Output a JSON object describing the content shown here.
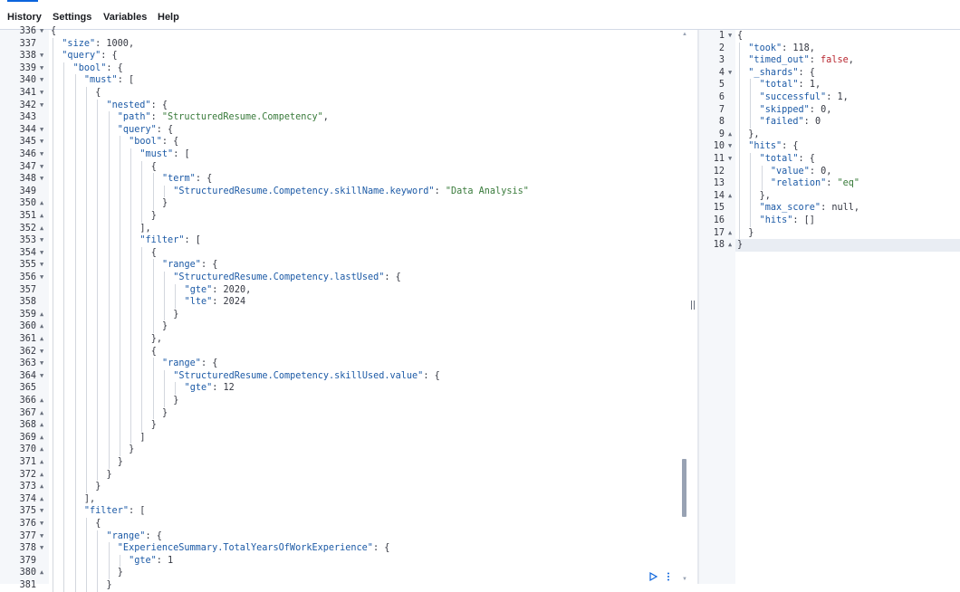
{
  "menu": {
    "items": [
      {
        "label": "History"
      },
      {
        "label": "Settings"
      },
      {
        "label": "Variables"
      },
      {
        "label": "Help"
      }
    ]
  },
  "icons": {
    "run": "play-icon",
    "options": "wrench-icon",
    "resize": "drag-handle-icon",
    "fold_open": "fold-down-icon",
    "fold_closed": "fold-up-icon"
  },
  "colors": {
    "key": "#1c5aa6",
    "string": "#387a3a",
    "boolean": "#b8262f",
    "accent": "#0b64dd"
  },
  "request": {
    "lines": [
      {
        "n": "336",
        "f": "open",
        "d": 0,
        "t": [
          [
            "p",
            "{"
          ]
        ]
      },
      {
        "n": "337",
        "f": "",
        "d": 1,
        "t": [
          [
            "k",
            "\"size\""
          ],
          [
            "p",
            ": "
          ],
          [
            "n",
            "1000"
          ],
          [
            "p",
            ","
          ]
        ]
      },
      {
        "n": "338",
        "f": "open",
        "d": 1,
        "t": [
          [
            "k",
            "\"query\""
          ],
          [
            "p",
            ": {"
          ]
        ]
      },
      {
        "n": "339",
        "f": "open",
        "d": 2,
        "t": [
          [
            "k",
            "\"bool\""
          ],
          [
            "p",
            ": {"
          ]
        ]
      },
      {
        "n": "340",
        "f": "open",
        "d": 3,
        "t": [
          [
            "k",
            "\"must\""
          ],
          [
            "p",
            ": ["
          ]
        ]
      },
      {
        "n": "341",
        "f": "open",
        "d": 4,
        "t": [
          [
            "p",
            "{"
          ]
        ]
      },
      {
        "n": "342",
        "f": "open",
        "d": 5,
        "t": [
          [
            "k",
            "\"nested\""
          ],
          [
            "p",
            ": {"
          ]
        ]
      },
      {
        "n": "343",
        "f": "",
        "d": 6,
        "t": [
          [
            "k",
            "\"path\""
          ],
          [
            "p",
            ": "
          ],
          [
            "s",
            "\"StructuredResume.Competency\""
          ],
          [
            "p",
            ","
          ]
        ]
      },
      {
        "n": "344",
        "f": "open",
        "d": 6,
        "t": [
          [
            "k",
            "\"query\""
          ],
          [
            "p",
            ": {"
          ]
        ]
      },
      {
        "n": "345",
        "f": "open",
        "d": 7,
        "t": [
          [
            "k",
            "\"bool\""
          ],
          [
            "p",
            ": {"
          ]
        ]
      },
      {
        "n": "346",
        "f": "open",
        "d": 8,
        "t": [
          [
            "k",
            "\"must\""
          ],
          [
            "p",
            ": ["
          ]
        ]
      },
      {
        "n": "347",
        "f": "open",
        "d": 9,
        "t": [
          [
            "p",
            "{"
          ]
        ]
      },
      {
        "n": "348",
        "f": "open",
        "d": 10,
        "t": [
          [
            "k",
            "\"term\""
          ],
          [
            "p",
            ": {"
          ]
        ]
      },
      {
        "n": "349",
        "f": "",
        "d": 11,
        "t": [
          [
            "k",
            "\"StructuredResume.Competency.skillName.keyword\""
          ],
          [
            "p",
            ": "
          ],
          [
            "s",
            "\"Data Analysis\""
          ]
        ]
      },
      {
        "n": "350",
        "f": "close",
        "d": 10,
        "t": [
          [
            "p",
            "}"
          ]
        ]
      },
      {
        "n": "351",
        "f": "close",
        "d": 9,
        "t": [
          [
            "p",
            "}"
          ]
        ]
      },
      {
        "n": "352",
        "f": "close",
        "d": 8,
        "t": [
          [
            "p",
            "],"
          ]
        ]
      },
      {
        "n": "353",
        "f": "open",
        "d": 8,
        "t": [
          [
            "k",
            "\"filter\""
          ],
          [
            "p",
            ": ["
          ]
        ]
      },
      {
        "n": "354",
        "f": "open",
        "d": 9,
        "t": [
          [
            "p",
            "{"
          ]
        ]
      },
      {
        "n": "355",
        "f": "open",
        "d": 10,
        "t": [
          [
            "k",
            "\"range\""
          ],
          [
            "p",
            ": {"
          ]
        ]
      },
      {
        "n": "356",
        "f": "open",
        "d": 11,
        "t": [
          [
            "k",
            "\"StructuredResume.Competency.lastUsed\""
          ],
          [
            "p",
            ": {"
          ]
        ]
      },
      {
        "n": "357",
        "f": "",
        "d": 12,
        "t": [
          [
            "k",
            "\"gte\""
          ],
          [
            "p",
            ": "
          ],
          [
            "n",
            "2020"
          ],
          [
            "p",
            ","
          ]
        ]
      },
      {
        "n": "358",
        "f": "",
        "d": 12,
        "t": [
          [
            "k",
            "\"lte\""
          ],
          [
            "p",
            ": "
          ],
          [
            "n",
            "2024"
          ]
        ]
      },
      {
        "n": "359",
        "f": "close",
        "d": 11,
        "t": [
          [
            "p",
            "}"
          ]
        ]
      },
      {
        "n": "360",
        "f": "close",
        "d": 10,
        "t": [
          [
            "p",
            "}"
          ]
        ]
      },
      {
        "n": "361",
        "f": "close",
        "d": 9,
        "t": [
          [
            "p",
            "},"
          ]
        ]
      },
      {
        "n": "362",
        "f": "open",
        "d": 9,
        "t": [
          [
            "p",
            "{"
          ]
        ]
      },
      {
        "n": "363",
        "f": "open",
        "d": 10,
        "t": [
          [
            "k",
            "\"range\""
          ],
          [
            "p",
            ": {"
          ]
        ]
      },
      {
        "n": "364",
        "f": "open",
        "d": 11,
        "t": [
          [
            "k",
            "\"StructuredResume.Competency.skillUsed.value\""
          ],
          [
            "p",
            ": {"
          ]
        ]
      },
      {
        "n": "365",
        "f": "",
        "d": 12,
        "t": [
          [
            "k",
            "\"gte\""
          ],
          [
            "p",
            ": "
          ],
          [
            "n",
            "12"
          ]
        ]
      },
      {
        "n": "366",
        "f": "close",
        "d": 11,
        "t": [
          [
            "p",
            "}"
          ]
        ]
      },
      {
        "n": "367",
        "f": "close",
        "d": 10,
        "t": [
          [
            "p",
            "}"
          ]
        ]
      },
      {
        "n": "368",
        "f": "close",
        "d": 9,
        "t": [
          [
            "p",
            "}"
          ]
        ]
      },
      {
        "n": "369",
        "f": "close",
        "d": 8,
        "t": [
          [
            "p",
            "]"
          ]
        ]
      },
      {
        "n": "370",
        "f": "close",
        "d": 7,
        "t": [
          [
            "p",
            "}"
          ]
        ]
      },
      {
        "n": "371",
        "f": "close",
        "d": 6,
        "t": [
          [
            "p",
            "}"
          ]
        ]
      },
      {
        "n": "372",
        "f": "close",
        "d": 5,
        "t": [
          [
            "p",
            "}"
          ]
        ]
      },
      {
        "n": "373",
        "f": "close",
        "d": 4,
        "t": [
          [
            "p",
            "}"
          ]
        ]
      },
      {
        "n": "374",
        "f": "close",
        "d": 3,
        "t": [
          [
            "p",
            "],"
          ]
        ]
      },
      {
        "n": "375",
        "f": "open",
        "d": 3,
        "t": [
          [
            "k",
            "\"filter\""
          ],
          [
            "p",
            ": ["
          ]
        ]
      },
      {
        "n": "376",
        "f": "open",
        "d": 4,
        "t": [
          [
            "p",
            "{"
          ]
        ]
      },
      {
        "n": "377",
        "f": "open",
        "d": 5,
        "t": [
          [
            "k",
            "\"range\""
          ],
          [
            "p",
            ": {"
          ]
        ]
      },
      {
        "n": "378",
        "f": "open",
        "d": 6,
        "t": [
          [
            "k",
            "\"ExperienceSummary.TotalYearsOfWorkExperience\""
          ],
          [
            "p",
            ": {"
          ]
        ]
      },
      {
        "n": "379",
        "f": "",
        "d": 7,
        "t": [
          [
            "k",
            "\"gte\""
          ],
          [
            "p",
            ": "
          ],
          [
            "n",
            "1"
          ]
        ]
      },
      {
        "n": "380",
        "f": "close",
        "d": 6,
        "t": [
          [
            "p",
            "}"
          ]
        ]
      },
      {
        "n": "381",
        "f": "",
        "d": 5,
        "t": [
          [
            "p",
            "}"
          ]
        ]
      }
    ]
  },
  "response": {
    "lines": [
      {
        "n": "1",
        "f": "open",
        "d": 0,
        "t": [
          [
            "p",
            "{"
          ]
        ]
      },
      {
        "n": "2",
        "f": "",
        "d": 1,
        "t": [
          [
            "k",
            "\"took\""
          ],
          [
            "p",
            ": "
          ],
          [
            "n",
            "118"
          ],
          [
            "p",
            ","
          ]
        ]
      },
      {
        "n": "3",
        "f": "",
        "d": 1,
        "t": [
          [
            "k",
            "\"timed_out\""
          ],
          [
            "p",
            ": "
          ],
          [
            "b",
            "false"
          ],
          [
            "p",
            ","
          ]
        ]
      },
      {
        "n": "4",
        "f": "open",
        "d": 1,
        "t": [
          [
            "k",
            "\"_shards\""
          ],
          [
            "p",
            ": {"
          ]
        ]
      },
      {
        "n": "5",
        "f": "",
        "d": 2,
        "t": [
          [
            "k",
            "\"total\""
          ],
          [
            "p",
            ": "
          ],
          [
            "n",
            "1"
          ],
          [
            "p",
            ","
          ]
        ]
      },
      {
        "n": "6",
        "f": "",
        "d": 2,
        "t": [
          [
            "k",
            "\"successful\""
          ],
          [
            "p",
            ": "
          ],
          [
            "n",
            "1"
          ],
          [
            "p",
            ","
          ]
        ]
      },
      {
        "n": "7",
        "f": "",
        "d": 2,
        "t": [
          [
            "k",
            "\"skipped\""
          ],
          [
            "p",
            ": "
          ],
          [
            "n",
            "0"
          ],
          [
            "p",
            ","
          ]
        ]
      },
      {
        "n": "8",
        "f": "",
        "d": 2,
        "t": [
          [
            "k",
            "\"failed\""
          ],
          [
            "p",
            ": "
          ],
          [
            "n",
            "0"
          ]
        ]
      },
      {
        "n": "9",
        "f": "close",
        "d": 1,
        "t": [
          [
            "p",
            "},"
          ]
        ]
      },
      {
        "n": "10",
        "f": "open",
        "d": 1,
        "t": [
          [
            "k",
            "\"hits\""
          ],
          [
            "p",
            ": {"
          ]
        ]
      },
      {
        "n": "11",
        "f": "open",
        "d": 2,
        "t": [
          [
            "k",
            "\"total\""
          ],
          [
            "p",
            ": {"
          ]
        ]
      },
      {
        "n": "12",
        "f": "",
        "d": 3,
        "t": [
          [
            "k",
            "\"value\""
          ],
          [
            "p",
            ": "
          ],
          [
            "n",
            "0"
          ],
          [
            "p",
            ","
          ]
        ]
      },
      {
        "n": "13",
        "f": "",
        "d": 3,
        "t": [
          [
            "k",
            "\"relation\""
          ],
          [
            "p",
            ": "
          ],
          [
            "s",
            "\"eq\""
          ]
        ]
      },
      {
        "n": "14",
        "f": "close",
        "d": 2,
        "t": [
          [
            "p",
            "},"
          ]
        ]
      },
      {
        "n": "15",
        "f": "",
        "d": 2,
        "t": [
          [
            "k",
            "\"max_score\""
          ],
          [
            "p",
            ": "
          ],
          [
            "nl",
            "null"
          ],
          [
            "p",
            ","
          ]
        ]
      },
      {
        "n": "16",
        "f": "",
        "d": 2,
        "t": [
          [
            "k",
            "\"hits\""
          ],
          [
            "p",
            ": []"
          ]
        ]
      },
      {
        "n": "17",
        "f": "close",
        "d": 1,
        "t": [
          [
            "p",
            "}"
          ]
        ]
      },
      {
        "n": "18",
        "f": "close",
        "d": 0,
        "t": [
          [
            "p",
            "}"
          ]
        ]
      }
    ],
    "active_line": "18"
  }
}
